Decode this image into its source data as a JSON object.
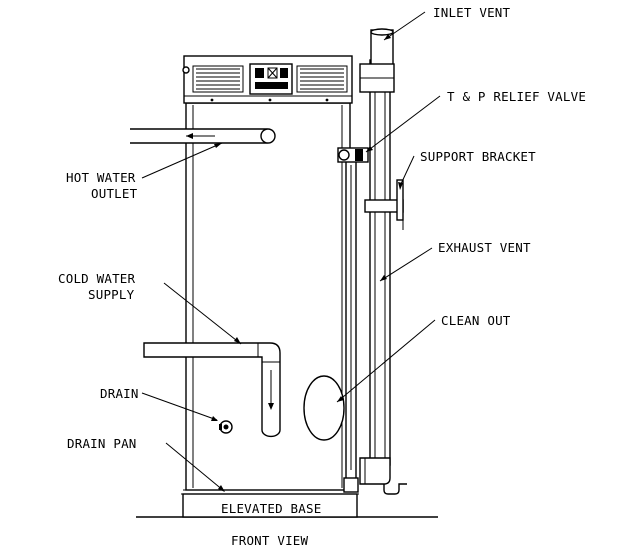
{
  "labels": {
    "inlet_vent": "INLET VENT",
    "tp_relief_valve": "T & P RELIEF VALVE",
    "support_bracket": "SUPPORT BRACKET",
    "exhaust_vent": "EXHAUST VENT",
    "clean_out": "CLEAN OUT",
    "hot_water_line1": "HOT WATER",
    "hot_water_line2": "OUTLET",
    "cold_water_line1": "COLD WATER",
    "cold_water_line2": "SUPPLY",
    "drain": "DRAIN",
    "drain_pan": "DRAIN PAN",
    "elevated_base": "ELEVATED BASE",
    "front_view": "FRONT VIEW"
  }
}
